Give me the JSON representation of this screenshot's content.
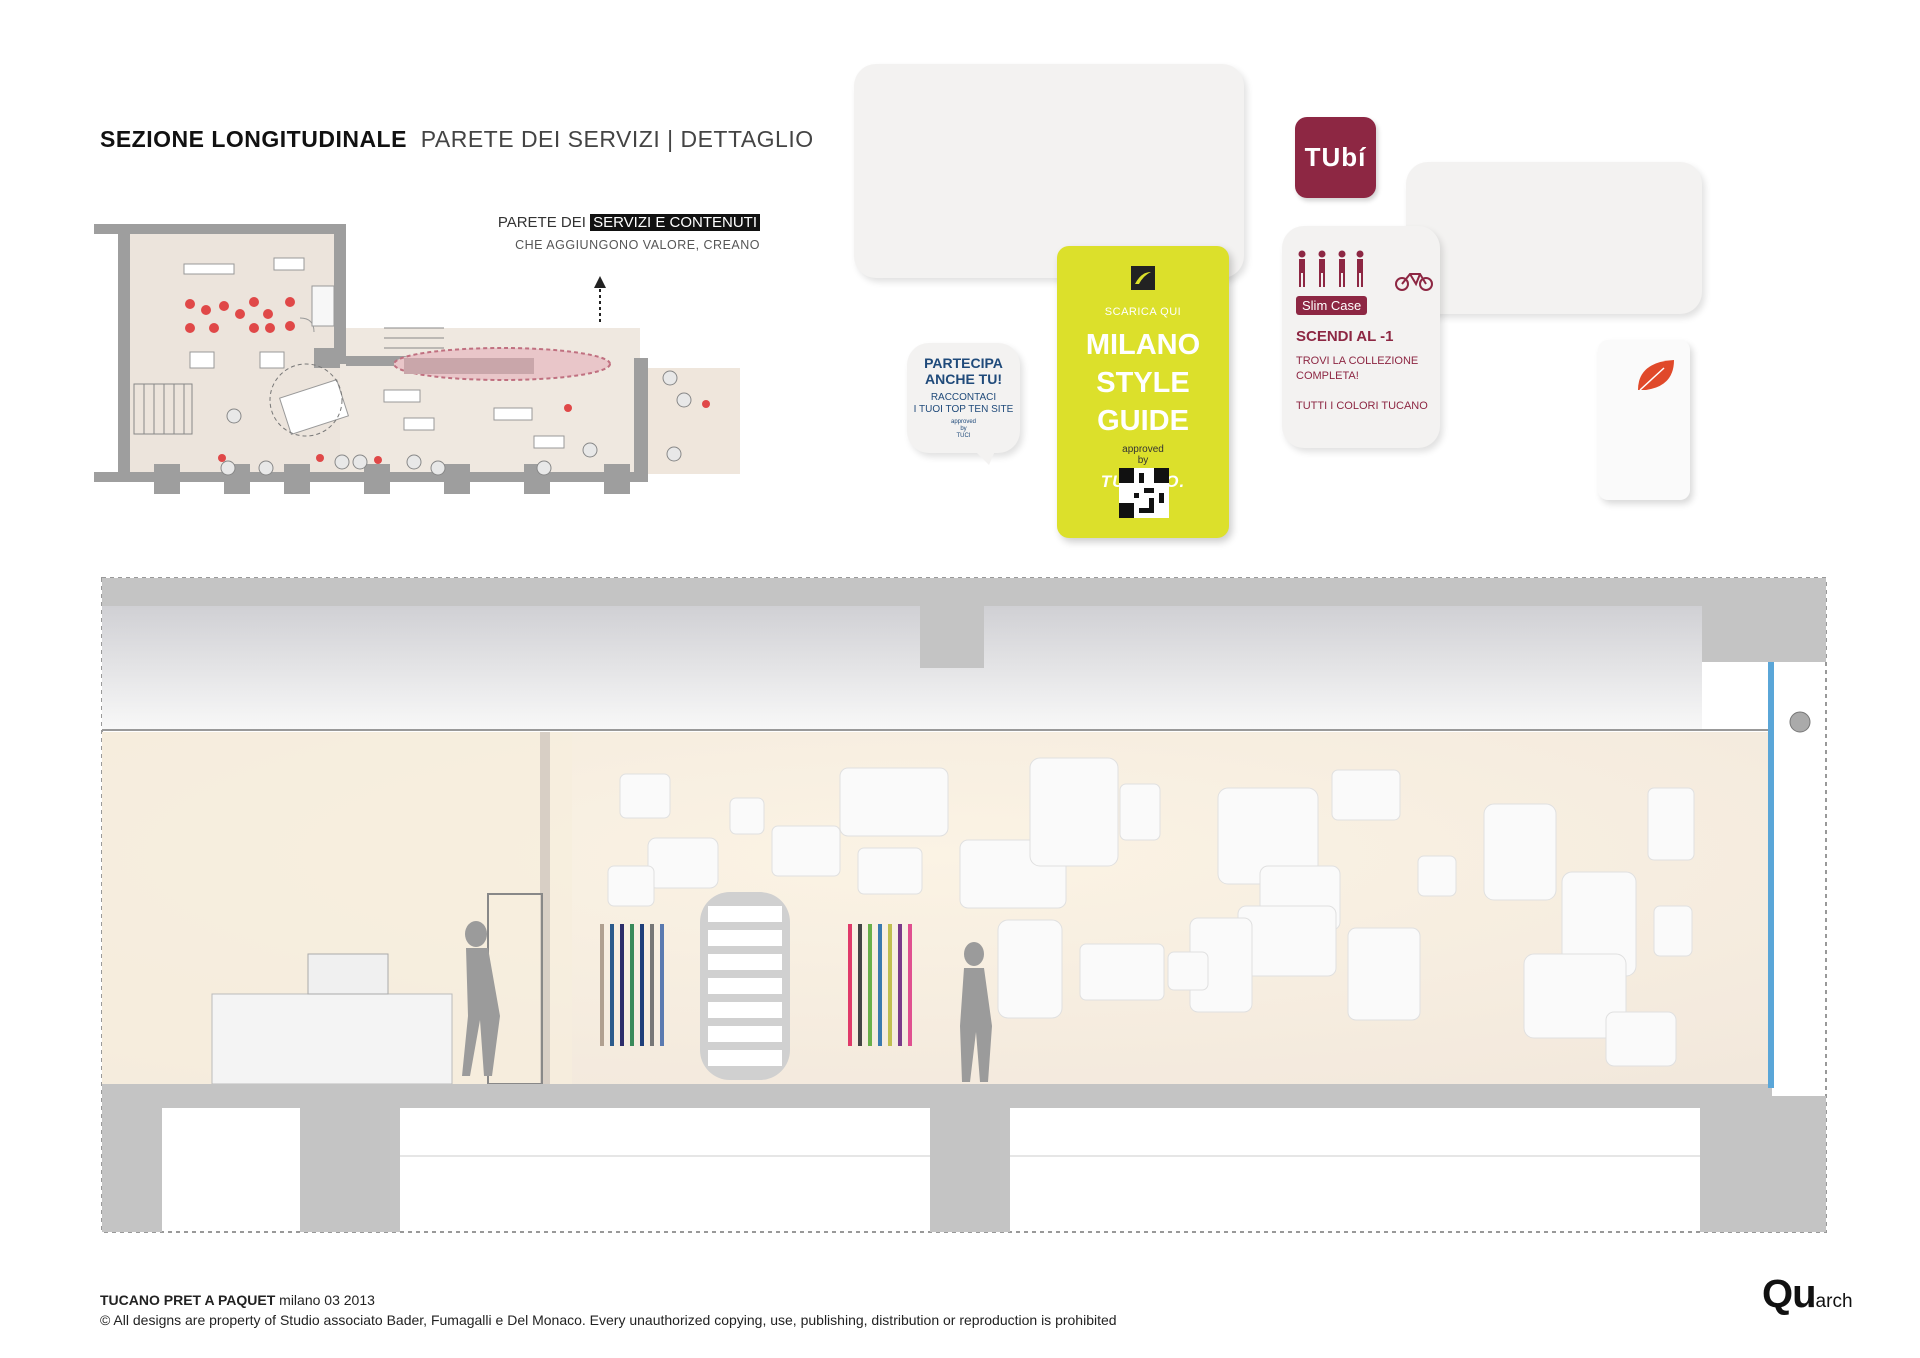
{
  "header": {
    "title_bold": "SEZIONE LONGITUDINALE",
    "title_light": "PARETE DEI SERVIZI | DETTAGLIO"
  },
  "plan_caption": {
    "prefix": "PARETE DEI",
    "highlight": "SERVIZI E CONTENUTI",
    "subtitle": "CHE AGGIUNGONO VALORE, CREANO"
  },
  "callouts": {
    "tubi_logo": "TUbí",
    "partecipa": {
      "line1": "PARTECIPA",
      "line2": "ANCHE TU!",
      "line3": "RACCONTACI",
      "line4": "I TUOI TOP TEN SITE",
      "line5": "approved",
      "line6": "by",
      "line7": "TUCI"
    },
    "milano": {
      "scarica": "SCARICA QUI",
      "title1": "MILANO STYLE",
      "title2": "GUIDE",
      "approved": "approved",
      "by": "by",
      "brand": "TUCANO."
    },
    "slim": {
      "badge": "Slim Case",
      "scendi": "SCENDI AL -1",
      "trovi": "TROVI LA COLLEZIONE COMPLETA!",
      "tutti": "TUTTI I COLORI TUCANO"
    }
  },
  "footer": {
    "project": "TUCANO PRET A PAQUET",
    "date": "milano 03 2013",
    "copyright": "© All designs are property of Studio associato Bader, Fumagalli e Del Monaco. Every unauthorized copying, use, publishing, distribution or reproduction is prohibited"
  },
  "logo": {
    "main": "Qu",
    "sub": "arch"
  },
  "colors": {
    "wine": "#8d2743",
    "lime": "#dce02b",
    "wall_grey": "#c4c4c4",
    "glass_blue": "#5aa6d8",
    "accent_orange": "#e0492a"
  }
}
